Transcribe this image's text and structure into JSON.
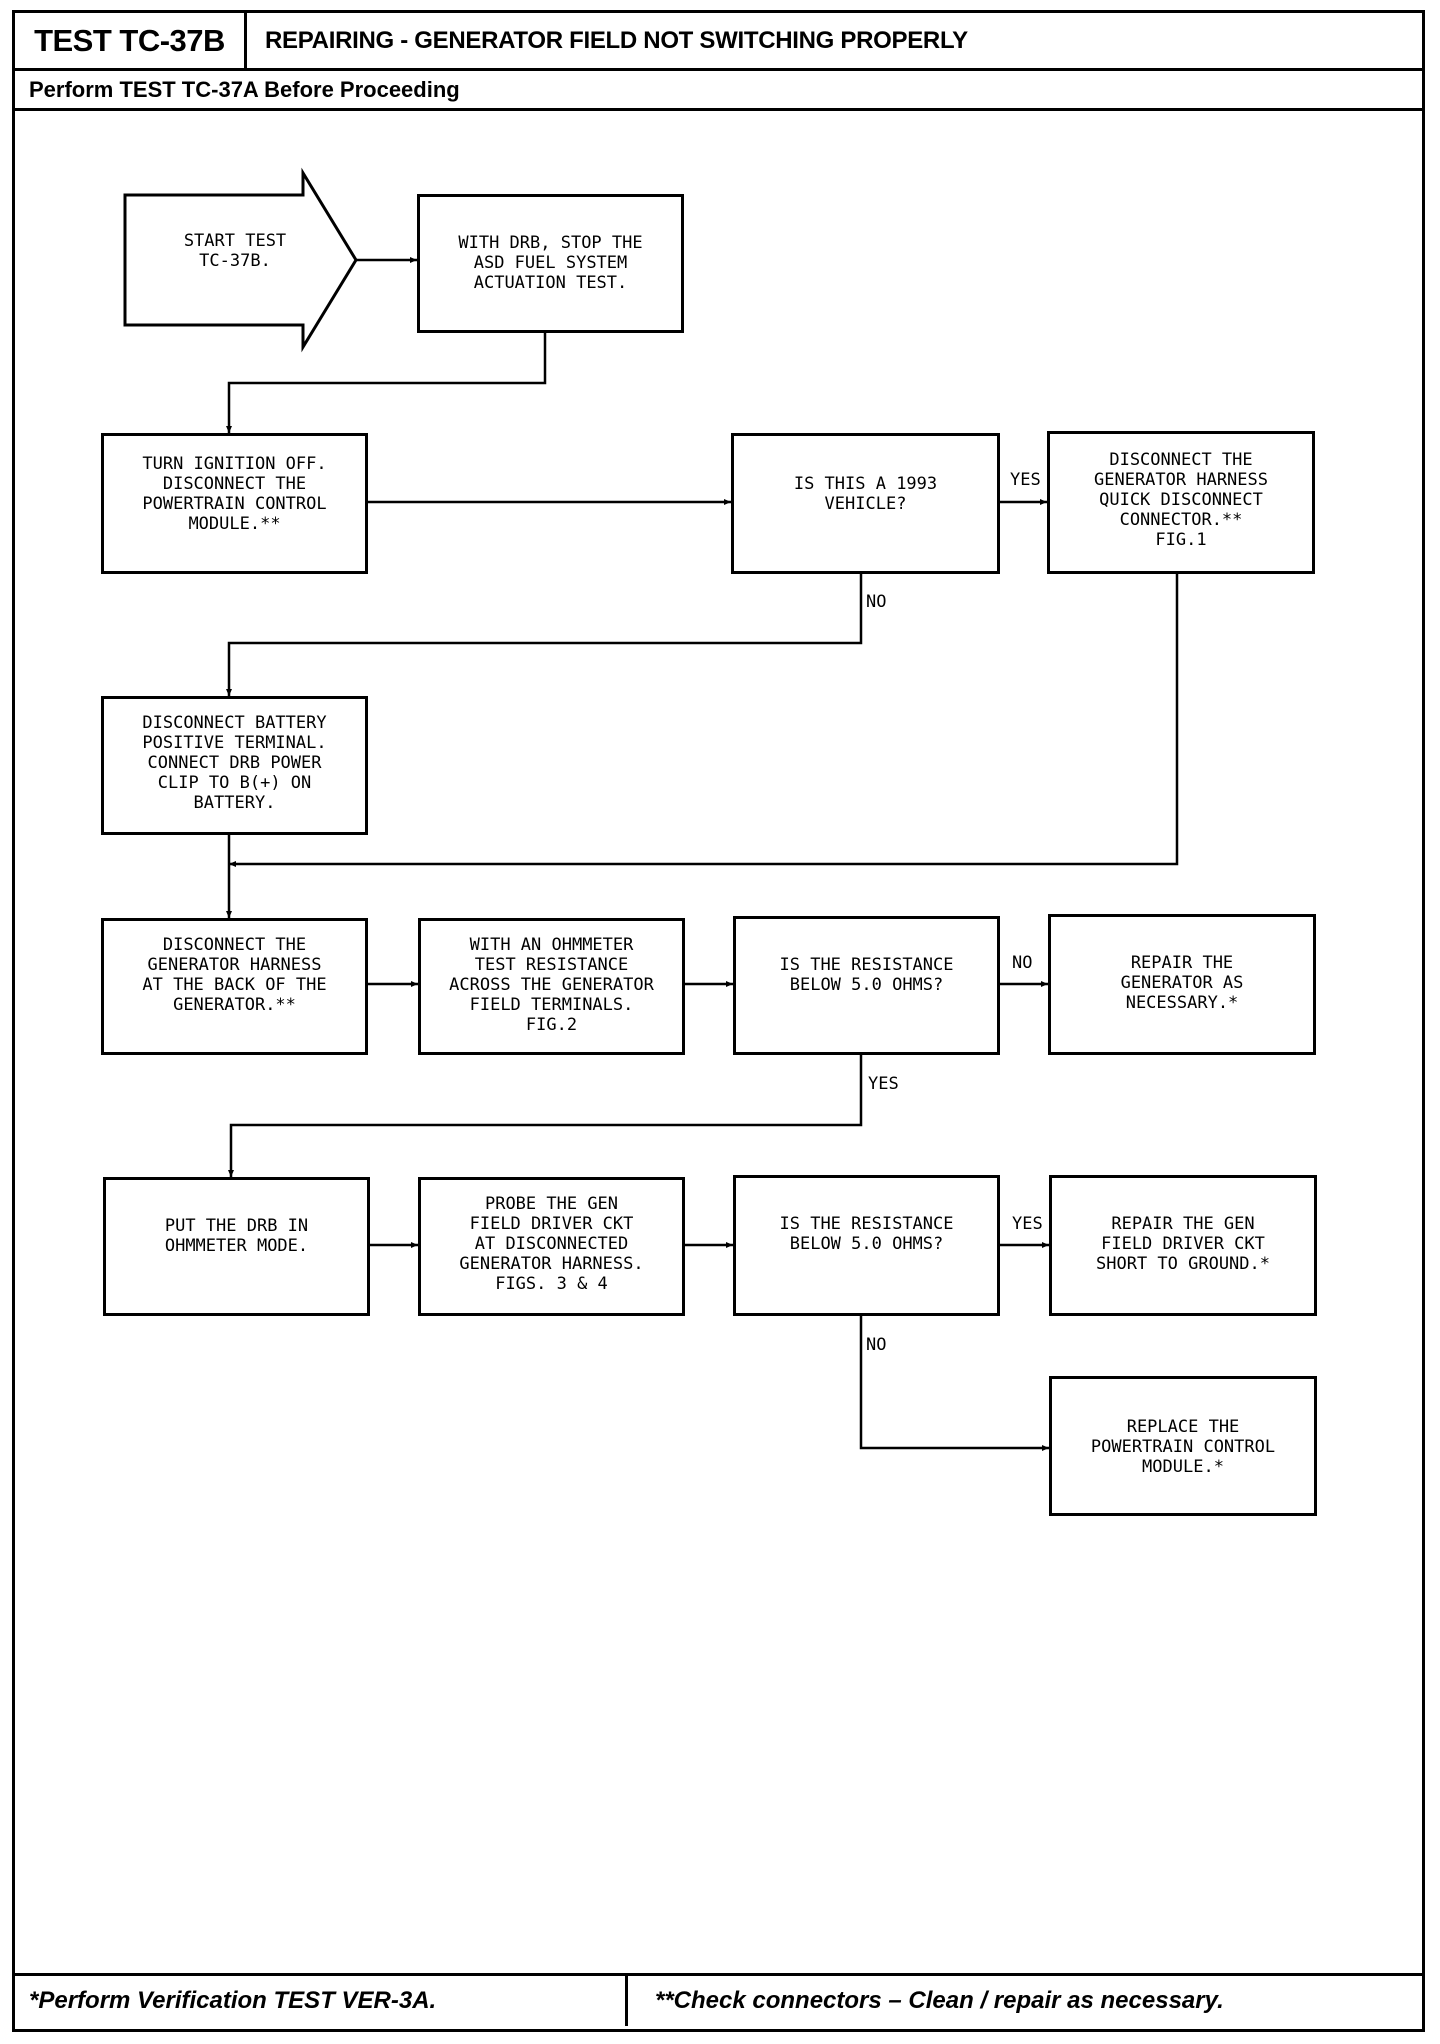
{
  "header": {
    "test_id": "TEST TC-37B",
    "title": "REPAIRING - GENERATOR FIELD NOT SWITCHING PROPERLY",
    "subtitle": "Perform TEST TC-37A Before Proceeding"
  },
  "flow": {
    "start": "START TEST\nTC-37B.",
    "stop_asd": "WITH DRB, STOP THE\nASD FUEL SYSTEM\nACTUATION TEST.",
    "ignition_off": "TURN IGNITION OFF.\nDISCONNECT THE\nPOWERTRAIN CONTROL\nMODULE.**",
    "is_1993": "IS THIS A 1993\nVEHICLE?",
    "disconnect_quick": "DISCONNECT THE\nGENERATOR HARNESS\nQUICK DISCONNECT\nCONNECTOR.**\nFIG.1",
    "disconnect_battery": "DISCONNECT BATTERY\nPOSITIVE TERMINAL.\nCONNECT DRB POWER\nCLIP TO B(+) ON\nBATTERY.",
    "disconnect_harness_back": "DISCONNECT THE\nGENERATOR HARNESS\nAT THE BACK OF THE\nGENERATOR.**",
    "ohmmeter_test": "WITH AN OHMMETER\nTEST RESISTANCE\nACROSS THE GENERATOR\nFIELD TERMINALS.\nFIG.2",
    "resistance_q1": "IS THE RESISTANCE\nBELOW 5.0 OHMS?",
    "repair_generator": "REPAIR THE\nGENERATOR AS\nNECESSARY.*",
    "drb_ohmmeter": "PUT THE DRB IN\nOHMMETER MODE.",
    "probe_gen": "PROBE THE GEN\nFIELD DRIVER CKT\nAT DISCONNECTED\nGENERATOR HARNESS.\nFIGS. 3 & 4",
    "resistance_q2": "IS THE RESISTANCE\nBELOW 5.0 OHMS?",
    "repair_short": "REPAIR THE GEN\nFIELD DRIVER CKT\nSHORT TO GROUND.*",
    "replace_pcm": "REPLACE THE\nPOWERTRAIN CONTROL\nMODULE.*"
  },
  "labels": {
    "yes_1993": "YES",
    "no_1993": "NO",
    "no_res1": "NO",
    "yes_res1": "YES",
    "yes_res2": "YES",
    "no_res2": "NO"
  },
  "footer": {
    "left": "*Perform Verification TEST VER-3A.",
    "right": "**Check connectors – Clean / repair as necessary."
  }
}
